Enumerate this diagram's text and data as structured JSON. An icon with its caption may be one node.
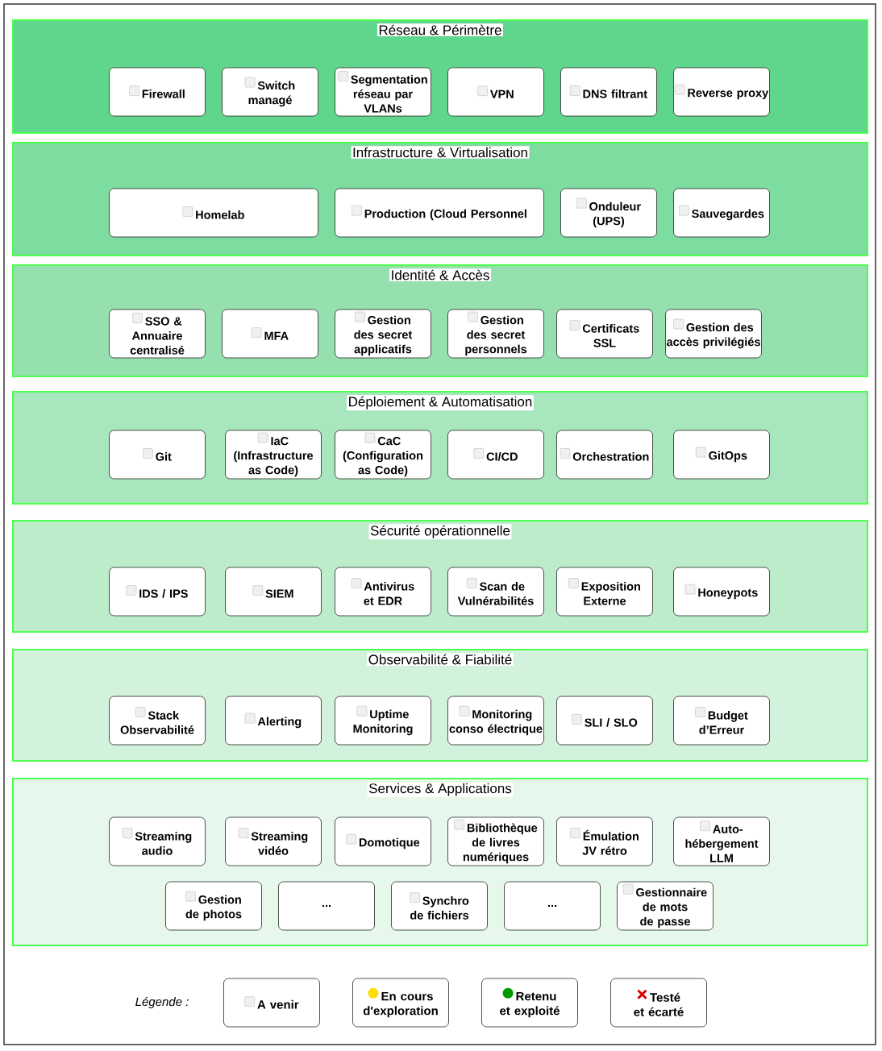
{
  "diagram": {
    "nodes": [
      {
        "text": [
          "Réseau & Périmètre"
        ]
      },
      {
        "text": [
          "Firewall"
        ],
        "in": 0
      },
      {
        "text": [
          "Switch managé"
        ],
        "in": 0
      },
      {
        "text": [
          "Segmentation réseau par VLANs"
        ],
        "in": 0
      },
      {
        "text": [
          "VPN"
        ],
        "in": 0
      },
      {
        "text": [
          "DNS filtrant"
        ],
        "in": 0
      },
      {
        "text": [
          "Reverse proxy"
        ],
        "in": 0
      },
      {
        "text": [
          "Infrastructure & Virtualisation"
        ]
      },
      {
        "text": [
          "Homelab"
        ],
        "in": 7
      },
      {
        "text": [
          "Production (Cloud Personnel"
        ],
        "in": 7
      },
      {
        "text": [
          "Onduleur (UPS)"
        ],
        "in": 7
      },
      {
        "text": [
          "Sauvegardes"
        ],
        "in": 7
      },
      {
        "text": [
          "Identité & Accès"
        ]
      },
      {
        "text": [
          "SSO & Annuaire centralisé"
        ],
        "in": 12
      },
      {
        "text": [
          "MFA"
        ],
        "in": 12
      },
      {
        "text": [
          "Gestion des secret applicatifs"
        ],
        "in": 12
      },
      {
        "text": [
          "Gestion des secret personnels"
        ],
        "in": 12
      },
      {
        "text": [
          "Certificats SSL"
        ],
        "in": 12
      },
      {
        "text": [
          "Gestion des accès privilégiés"
        ],
        "in": 12
      },
      {
        "text": [
          "Déploiement & Automatisation"
        ]
      },
      {
        "text": [
          "Git"
        ],
        "in": 19
      },
      {
        "text": [
          "IaC (Infrastructure as Code)"
        ],
        "in": 19
      },
      {
        "text": [
          "CaC (Configuration as Code)"
        ],
        "in": 19
      },
      {
        "text": [
          "CI/CD"
        ],
        "in": 19
      },
      {
        "text": [
          "Orchestration"
        ],
        "in": 19
      },
      {
        "text": [
          "GitOps"
        ],
        "in": 19
      },
      {
        "text": [
          "Sécurité opérationnelle"
        ]
      },
      {
        "text": [
          "IDS / IPS"
        ],
        "in": 26
      },
      {
        "text": [
          "SIEM"
        ],
        "in": 26
      },
      {
        "text": [
          "Antivirus et EDR"
        ],
        "in": 26
      },
      {
        "text": [
          "Scan de Vulnérabilités"
        ],
        "in": 26
      },
      {
        "text": [
          "Exposition Externe"
        ],
        "in": 26
      },
      {
        "text": [
          "Honeypots"
        ],
        "in": 26
      },
      {
        "text": [
          "Observabilité & Fiabilité"
        ]
      },
      {
        "text": [
          "Stack Observabilité"
        ],
        "in": 33
      },
      {
        "text": [
          "Alerting"
        ],
        "in": 33
      },
      {
        "text": [
          "Uptime Monitoring"
        ],
        "in": 33
      },
      {
        "text": [
          "Monitoring conso électrique"
        ],
        "in": 33
      },
      {
        "text": [
          "SLI / SLO"
        ],
        "in": 33
      },
      {
        "text": [
          "Budget d’Erreur"
        ],
        "in": 33
      },
      {
        "text": [
          "Services & Applications"
        ]
      },
      {
        "text": [
          "Streaming audio"
        ],
        "in": 40
      },
      {
        "text": [
          "Streaming vidéo"
        ],
        "in": 40
      },
      {
        "text": [
          "Domotique"
        ],
        "in": 40
      },
      {
        "text": [
          "Bibliothèque de livres numériques"
        ],
        "in": 40
      },
      {
        "text": [
          "Émulation JV rétro"
        ],
        "in": 40
      },
      {
        "text": [
          "Auto-hébergement LLM"
        ],
        "in": 40
      },
      {
        "text": [
          "Gestion de photos"
        ],
        "in": 40
      },
      {
        "text": [
          "..."
        ],
        "in": 40
      },
      {
        "text": [
          "Synchro de fichiers"
        ],
        "in": 40
      },
      {
        "text": [
          "..."
        ],
        "in": 40
      },
      {
        "text": [
          "Gestionnaire de mots de passe"
        ],
        "in": 40
      }
    ],
    "labels": [
      "Légende :"
    ],
    "legend": [
      {
        "text": "A venir"
      },
      {
        "text": "En cours d'exploration"
      },
      {
        "text": "Retenu et exploité"
      },
      {
        "text": "Testé et écarté"
      }
    ]
  }
}
